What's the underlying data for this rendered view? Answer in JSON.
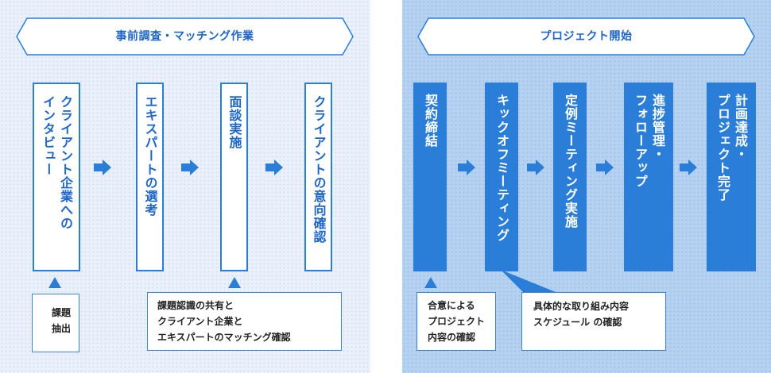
{
  "colors": {
    "accent": "#2a7ed8",
    "title_text": "#1d66c7",
    "left_bg": "#eaf1fb",
    "right_bg": "#b6d2f1"
  },
  "left_panel": {
    "title": "事前調査・マッチング作業",
    "steps": [
      {
        "label": "クライアント企業への\nインタビュー"
      },
      {
        "label": "エキスパートの選考"
      },
      {
        "label": "面談実施"
      },
      {
        "label": "クライアントの意向確認"
      }
    ],
    "notes": [
      {
        "lines": [
          "課題",
          "抽出"
        ]
      },
      {
        "lines": [
          "課題認識の共有と",
          "クライアント企業と",
          "エキスパートのマッチング確認"
        ]
      }
    ]
  },
  "right_panel": {
    "title": "プロジェクト開始",
    "steps": [
      {
        "label": "契約締結"
      },
      {
        "label": "キックオフミーティング"
      },
      {
        "label": "定例ミーティング実施"
      },
      {
        "label": "進捗管理・\nフォローアップ"
      },
      {
        "label": "計画達成・\nプロジェクト完了"
      }
    ],
    "notes": [
      {
        "lines": [
          "合意による",
          "プロジェクト",
          "内容の確認"
        ]
      },
      {
        "lines": [
          "具体的な取り組み内容",
          "スケジュール の確認"
        ]
      }
    ]
  },
  "icons": {
    "flow_arrow": "arrow-right-icon",
    "pointer": "triangle-pointer-icon"
  }
}
